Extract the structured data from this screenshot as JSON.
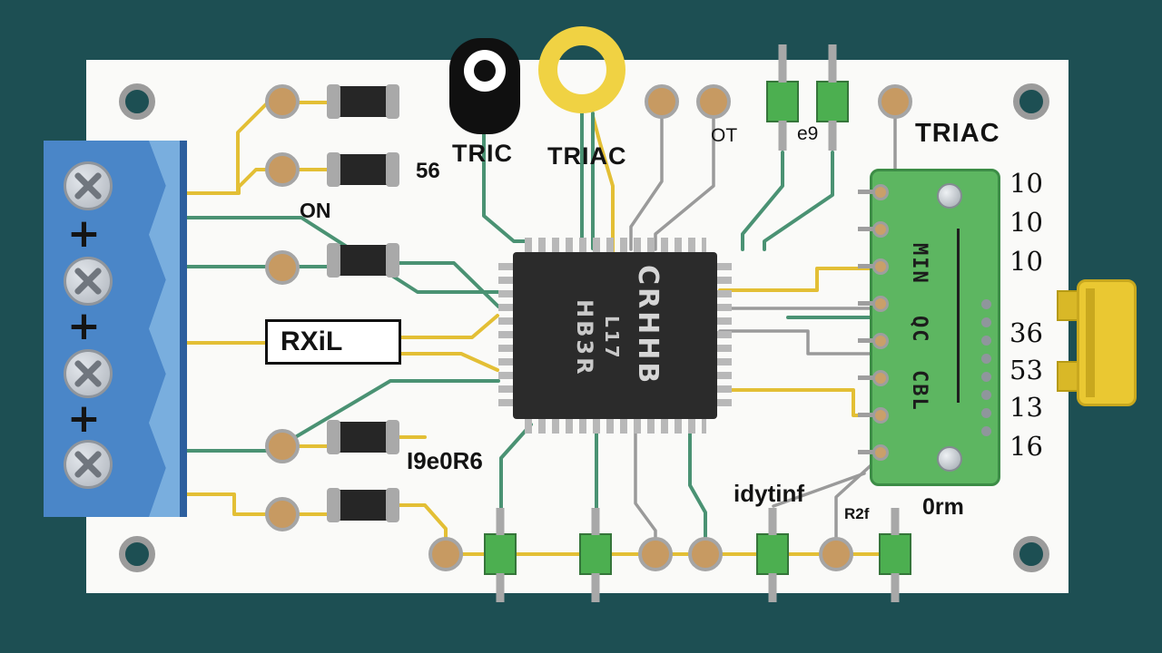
{
  "colors": {
    "background": "#1d4f53",
    "board": "#fafaf8",
    "trace_yellow": "#e3bf35",
    "trace_green": "#4a9273",
    "trace_gray": "#9a9a9a",
    "terminal_blue": "#4a86c8",
    "component_green": "#4caf50",
    "module_green": "#5db661",
    "connector_yellow": "#eac832",
    "pad_copper": "#c79a62",
    "chip_black": "#2b2b2b",
    "toroid_yellow": "#f0d243"
  },
  "terminal": {
    "plus": "+"
  },
  "labels": {
    "cap": "TRIC",
    "toroid": "TRIAC",
    "triac_title": "TRIAC",
    "on": "ON",
    "res_value": "56",
    "relay_box": "RXiL",
    "part_number": "I9e0R6",
    "ot": "OT",
    "e9": "e9",
    "idytinf": "idytinf",
    "r2f": "R2f",
    "zero_rm": "0rm"
  },
  "chip": {
    "line1": "CRHHB",
    "line2": "HB3R",
    "line3": "L17"
  },
  "module": {
    "labels": [
      "MIN",
      "QC",
      "CBL"
    ]
  },
  "pins": {
    "values": [
      "10",
      "10",
      "10",
      "36",
      "53",
      "13",
      "16"
    ]
  }
}
